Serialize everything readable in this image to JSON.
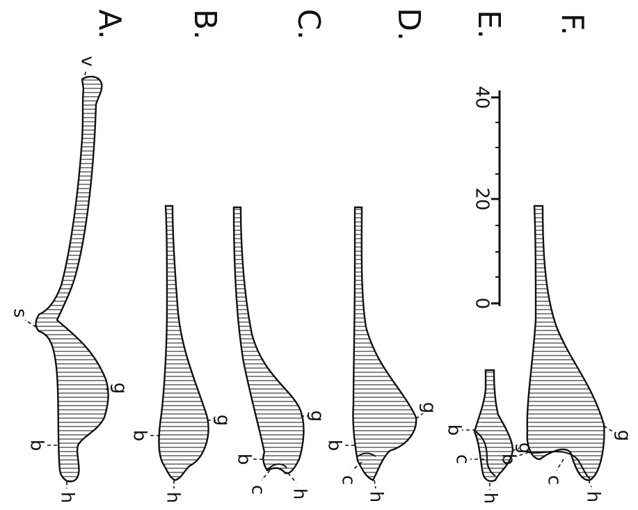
{
  "figure_labels": [
    "A.",
    "B.",
    "C.",
    "D.",
    "E.",
    "F."
  ],
  "part_labels": {
    "v": "v",
    "s": "s",
    "g": "g",
    "b": "b",
    "h": "h",
    "c": "c"
  },
  "scale_bar": {
    "ticks": [
      "0",
      "20",
      "40"
    ]
  },
  "colors": {
    "ink": "#111111",
    "background": "#ffffff"
  }
}
